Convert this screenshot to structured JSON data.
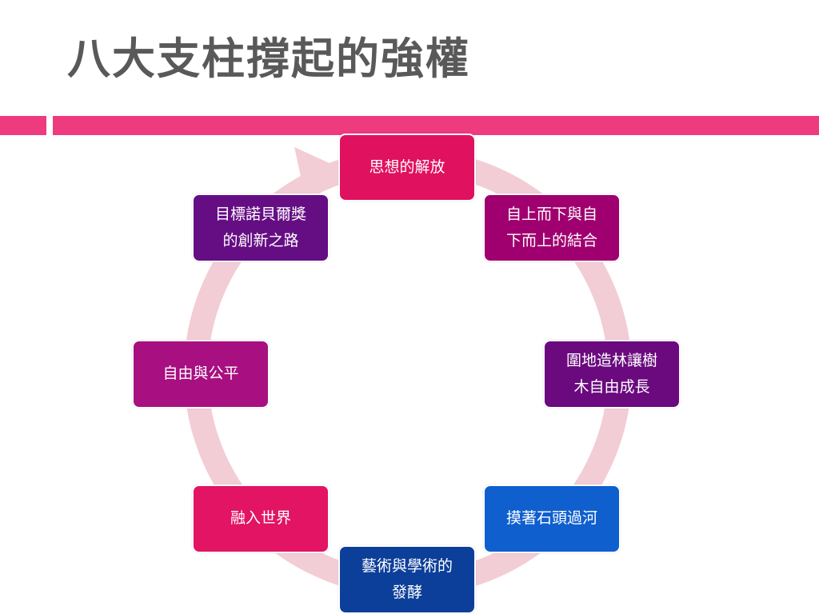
{
  "slide": {
    "title": "八大支柱撐起的強權"
  },
  "colors": {
    "title": "#595959",
    "accent_bar": "#ee3a7f",
    "ring": "#f2cdd5"
  },
  "cycle": {
    "nodes": [
      {
        "label": "思想的解放",
        "color": "#e0115f"
      },
      {
        "label": "自上而下與自\n下而上的結合",
        "color": "#a0006f"
      },
      {
        "label": "圍地造林讓樹\n木自由成長",
        "color": "#6a0a7e"
      },
      {
        "label": "摸著石頭過河",
        "color": "#0f5fcf"
      },
      {
        "label": "藝術與學術的\n發酵",
        "color": "#0c3f9a"
      },
      {
        "label": "融入世界",
        "color": "#e21463"
      },
      {
        "label": "自由與公平",
        "color": "#a80f80"
      },
      {
        "label": "目標諾貝爾獎\n的創新之路",
        "color": "#650e84"
      }
    ]
  }
}
